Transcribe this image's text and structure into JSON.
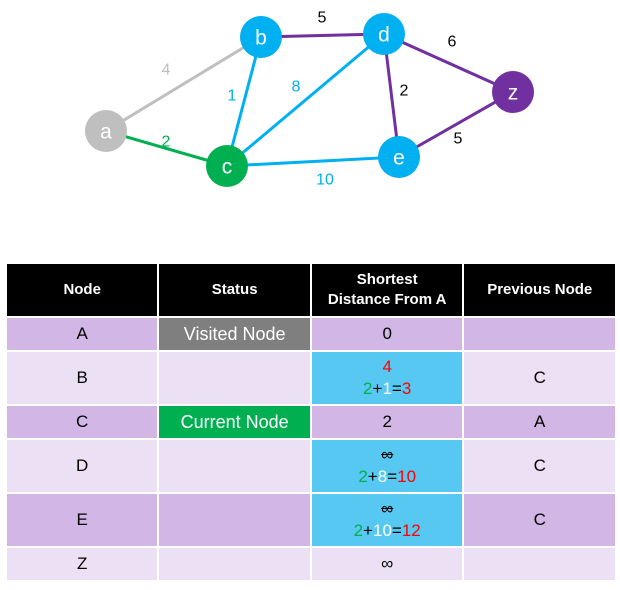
{
  "colors": {
    "gray": "#bfbfbf",
    "blue": "#00b0f0",
    "green": "#00b050",
    "purple": "#7030a0",
    "header_bg": "#000000",
    "row_dark": "#d2b6e5",
    "row_light": "#ece1f4",
    "visited_bg": "#7f7f7f",
    "calc_bg": "#56c8f2",
    "red": "#ff0000"
  },
  "graph": {
    "nodes": [
      {
        "id": "a",
        "label": "a",
        "color": "#bfbfbf"
      },
      {
        "id": "b",
        "label": "b",
        "color": "#00b0f0"
      },
      {
        "id": "c",
        "label": "c",
        "color": "#00b050"
      },
      {
        "id": "d",
        "label": "d",
        "color": "#00b0f0"
      },
      {
        "id": "e",
        "label": "e",
        "color": "#00b0f0"
      },
      {
        "id": "z",
        "label": "z",
        "color": "#7030a0"
      }
    ],
    "edges": [
      {
        "from": "a",
        "to": "b",
        "weight": "4",
        "color": "#bfbfbf"
      },
      {
        "from": "a",
        "to": "c",
        "weight": "2",
        "color": "#00b050"
      },
      {
        "from": "b",
        "to": "c",
        "weight": "1",
        "color": "#00b0f0"
      },
      {
        "from": "c",
        "to": "d",
        "weight": "8",
        "color": "#00b0f0"
      },
      {
        "from": "c",
        "to": "e",
        "weight": "10",
        "color": "#00b0f0"
      },
      {
        "from": "b",
        "to": "d",
        "weight": "5",
        "color": "#7030a0"
      },
      {
        "from": "d",
        "to": "e",
        "weight": "2",
        "color": "#7030a0"
      },
      {
        "from": "d",
        "to": "z",
        "weight": "6",
        "color": "#7030a0"
      },
      {
        "from": "e",
        "to": "z",
        "weight": "5",
        "color": "#7030a0"
      }
    ]
  },
  "table": {
    "headers": {
      "node": "Node",
      "status": "Status",
      "distance_line1": "Shortest",
      "distance_line2": "Distance From A",
      "previous": "Previous Node"
    },
    "rows": {
      "a": {
        "node": "A",
        "status": "Visited Node",
        "distance": "0",
        "previous": ""
      },
      "b": {
        "node": "B",
        "status": "",
        "old_distance": "4",
        "calc_a": "2",
        "calc_op": "+",
        "calc_b": "1",
        "calc_eq": "=",
        "calc_result": "3",
        "previous": "C"
      },
      "c": {
        "node": "C",
        "status": "Current Node",
        "distance": "2",
        "previous": "A"
      },
      "d": {
        "node": "D",
        "status": "",
        "old_distance": "∞",
        "calc_a": "2",
        "calc_op": "+",
        "calc_b": "8",
        "calc_eq": "=",
        "calc_result": "10",
        "previous": "C"
      },
      "e": {
        "node": "E",
        "status": "",
        "old_distance": "∞",
        "calc_a": "2",
        "calc_op": "+",
        "calc_b": "10",
        "calc_eq": "=",
        "calc_result": "12",
        "previous": "C"
      },
      "z": {
        "node": "Z",
        "status": "",
        "distance": "∞",
        "previous": ""
      }
    }
  }
}
